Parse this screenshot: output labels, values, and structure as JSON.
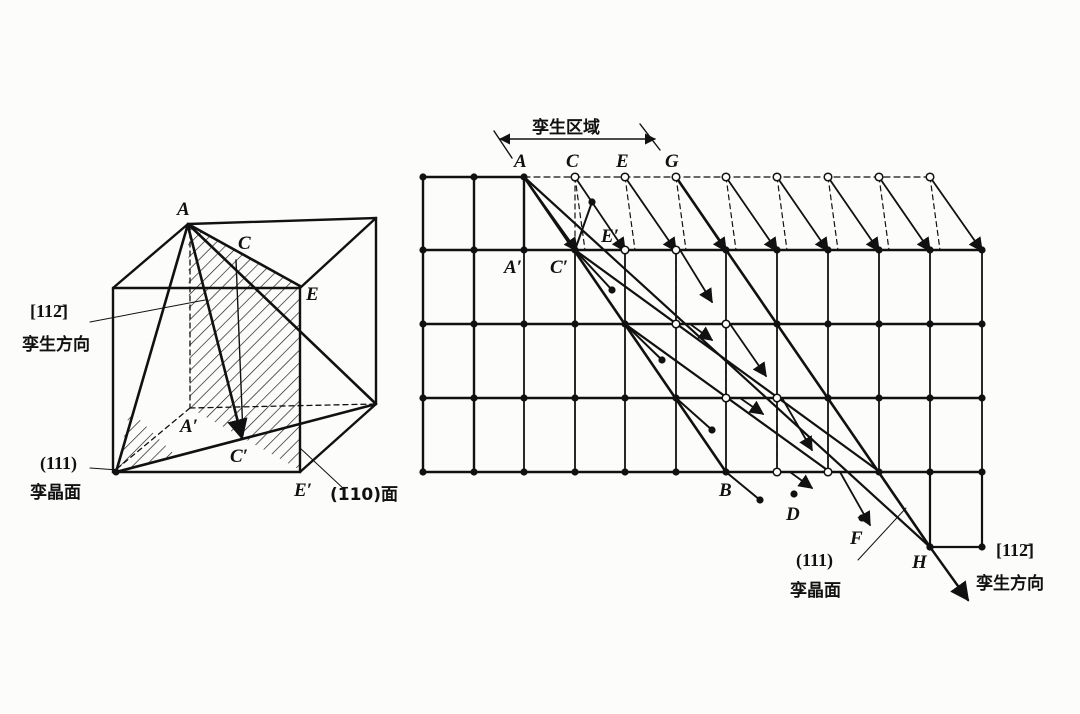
{
  "left_figure": {
    "points": {
      "A": "A",
      "C": "C",
      "E": "E",
      "A_prime": "A′",
      "C_prime": "C′",
      "E_prime": "E′"
    },
    "direction_index": "[112̄]",
    "direction_label": "孪生方向",
    "plane_index": "(111)",
    "plane_label": "孪晶面",
    "section_label": "(1̄10)面"
  },
  "right_figure": {
    "region_label": "孪生区域",
    "top_points": [
      "A",
      "C",
      "E",
      "G"
    ],
    "second_points": [
      "A′",
      "C′"
    ],
    "e_prime": "E′",
    "bottom_points": [
      "B",
      "D",
      "F",
      "H"
    ],
    "plane_index": "(111)",
    "plane_label": "孪晶面",
    "direction_index": "[112̄]",
    "direction_label": "孪生方向"
  },
  "colors": {
    "ink": "#111111",
    "paper": "#fcfcfa"
  }
}
